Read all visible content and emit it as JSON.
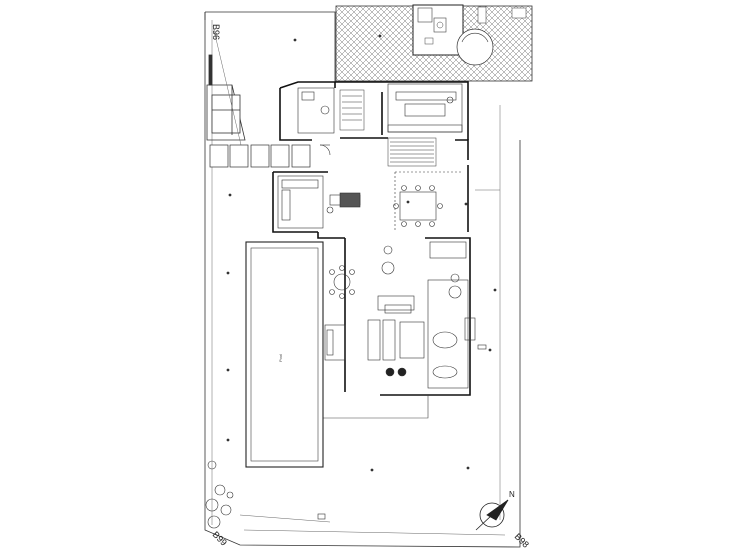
{
  "plot_labels": {
    "top_left": "B96",
    "bottom_left": "B99",
    "bottom_right": "B98"
  },
  "north_label": "N",
  "pool_label": "Pool",
  "colors": {
    "line": "#222222",
    "thin_line": "#555555",
    "hatch": "#777777",
    "background": "#ffffff"
  }
}
